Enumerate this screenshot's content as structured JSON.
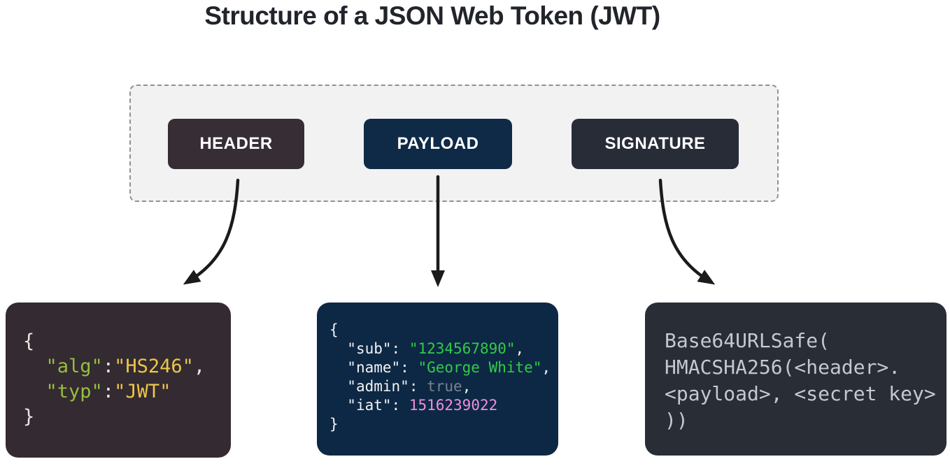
{
  "title": "Structure of a JSON Web Token (JWT)",
  "palette": {
    "page_bg": "#ffffff",
    "container_bg": "#f2f2f2",
    "container_border": "#90909a",
    "title_color": "#21242a",
    "arrow_color": "#1b1b1b",
    "button_text": "#ffffff"
  },
  "buttons": [
    {
      "label": "HEADER",
      "bg": "#372d34"
    },
    {
      "label": "PAYLOAD",
      "bg": "#0e2a47"
    },
    {
      "label": "SIGNATURE",
      "bg": "#272c36"
    }
  ],
  "code_boxes": {
    "header": {
      "bg": "#342a31",
      "colors": {
        "punct": "#e9e7e3",
        "key": "#94bf40",
        "value": "#ecc649",
        "plain": "#e9e7e3"
      },
      "lines": [
        [
          {
            "t": "{",
            "c": "punct"
          }
        ],
        [
          {
            "t": "  ",
            "c": "punct"
          },
          {
            "t": "\"alg\"",
            "c": "key"
          },
          {
            "t": ":",
            "c": "punct"
          },
          {
            "t": "\"HS246\"",
            "c": "value"
          },
          {
            "t": ",",
            "c": "punct"
          }
        ],
        [
          {
            "t": "  ",
            "c": "punct"
          },
          {
            "t": "\"typ\"",
            "c": "key"
          },
          {
            "t": ":",
            "c": "punct"
          },
          {
            "t": "\"JWT\"",
            "c": "value"
          }
        ],
        [
          {
            "t": "}",
            "c": "punct"
          }
        ]
      ]
    },
    "payload": {
      "bg": "#0d2844",
      "colors": {
        "punct": "#f2f3f5",
        "key": "#f2f3f5",
        "string": "#32cb4a",
        "bool": "#79828f",
        "number": "#ef8fdf",
        "plain": "#f2f3f5"
      },
      "lines": [
        [
          {
            "t": "{",
            "c": "punct"
          }
        ],
        [
          {
            "t": "  ",
            "c": "punct"
          },
          {
            "t": "\"sub\"",
            "c": "key"
          },
          {
            "t": ": ",
            "c": "punct"
          },
          {
            "t": "\"1234567890\"",
            "c": "string"
          },
          {
            "t": ",",
            "c": "punct"
          }
        ],
        [
          {
            "t": "  ",
            "c": "punct"
          },
          {
            "t": "\"name\"",
            "c": "key"
          },
          {
            "t": ": ",
            "c": "punct"
          },
          {
            "t": "\"George White\"",
            "c": "string"
          },
          {
            "t": ",",
            "c": "punct"
          }
        ],
        [
          {
            "t": "  ",
            "c": "punct"
          },
          {
            "t": "\"admin\"",
            "c": "key"
          },
          {
            "t": ": ",
            "c": "punct"
          },
          {
            "t": "true",
            "c": "bool"
          },
          {
            "t": ",",
            "c": "punct"
          }
        ],
        [
          {
            "t": "  ",
            "c": "punct"
          },
          {
            "t": "\"iat\"",
            "c": "key"
          },
          {
            "t": ": ",
            "c": "punct"
          },
          {
            "t": "1516239022",
            "c": "number"
          }
        ],
        [
          {
            "t": "}",
            "c": "punct"
          }
        ]
      ]
    },
    "signature": {
      "bg": "#282d36",
      "colors": {
        "plain": "#c3c8d2"
      },
      "lines": [
        [
          {
            "t": "Base64URLSafe(",
            "c": "plain"
          }
        ],
        [
          {
            "t": "HMACSHA256(<header>.",
            "c": "plain"
          }
        ],
        [
          {
            "t": "<payload>, <secret key>",
            "c": "plain"
          }
        ],
        [
          {
            "t": "))",
            "c": "plain"
          }
        ]
      ]
    }
  }
}
